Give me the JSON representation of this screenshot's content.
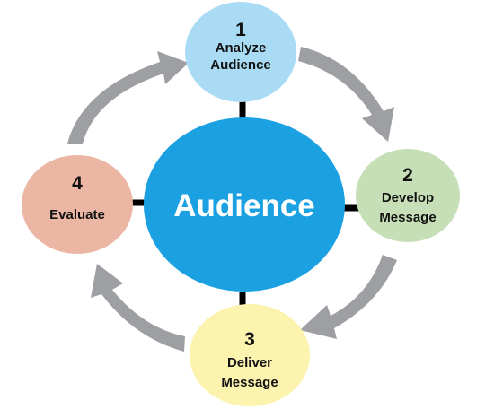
{
  "colors": {
    "center_fill": "#1ba1e2",
    "arrow_fill": "#9d9fa2",
    "connector": "#000000",
    "node1_fill": "#a9dcf4",
    "node2_fill": "#c6dfb6",
    "node3_fill": "#fbf3ae",
    "node4_fill": "#ecb6a5"
  },
  "center": {
    "label": "Audience"
  },
  "nodes": [
    {
      "number": "1",
      "line1": "Analyze",
      "line2": "Audience"
    },
    {
      "number": "2",
      "line1": "Develop",
      "line2": "Message"
    },
    {
      "number": "3",
      "line1": "Deliver",
      "line2": "Message"
    },
    {
      "number": "4",
      "line1": "Evaluate",
      "line2": ""
    }
  ]
}
